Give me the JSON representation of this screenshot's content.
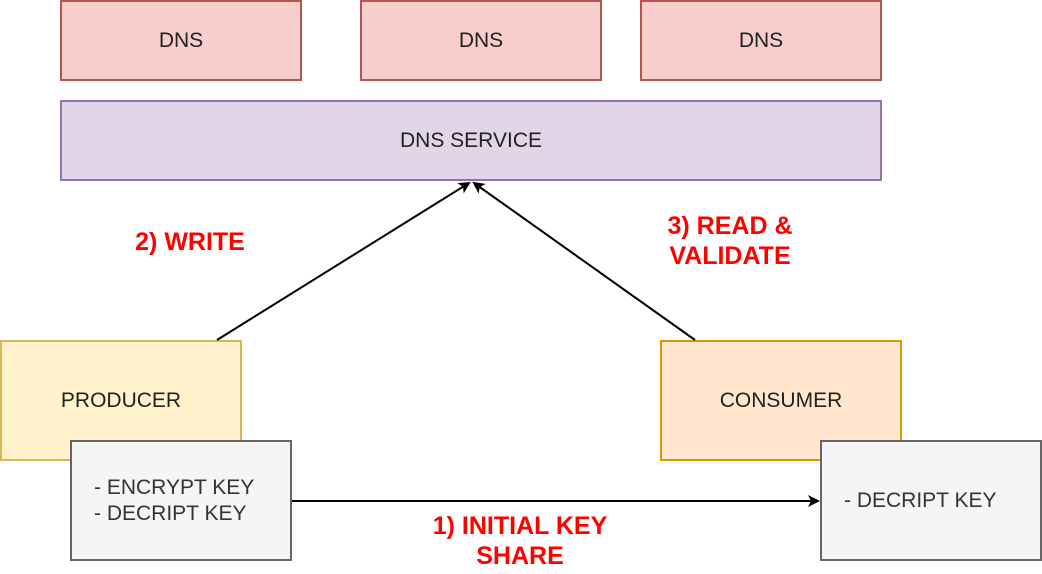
{
  "dns_nodes": [
    "DNS",
    "DNS",
    "DNS"
  ],
  "dns_service": "DNS SERVICE",
  "producer": "PRODUCER",
  "consumer": "CONSUMER",
  "producer_keys": [
    "- ENCRYPT KEY",
    "- DECRIPT KEY"
  ],
  "consumer_keys": [
    "- DECRIPT KEY"
  ],
  "steps": {
    "write": "2) WRITE",
    "read_validate": [
      "3) READ &",
      "VALIDATE"
    ],
    "initial_key_share": [
      "1) INITIAL KEY",
      "SHARE"
    ]
  },
  "colors": {
    "dns_fill": "#f8cecc",
    "dns_stroke": "#b85450",
    "service_fill": "#e1d5e7",
    "service_stroke": "#9673a6",
    "producer_fill": "#fff2cc",
    "producer_stroke": "#d6b656",
    "consumer_fill": "#ffe6cc",
    "consumer_stroke": "#d79b00",
    "key_fill": "#f5f5f5",
    "key_stroke": "#666666",
    "label": "#ff0000"
  }
}
